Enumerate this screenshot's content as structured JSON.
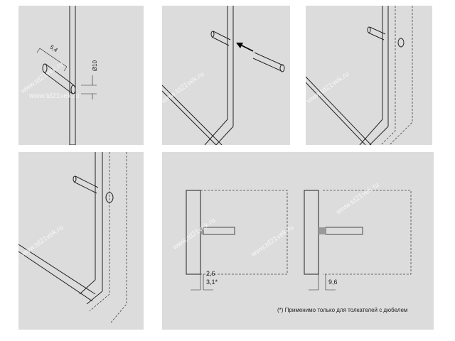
{
  "watermark": "www.td21vek.ru",
  "panel1": {
    "dim_length": "5,4",
    "dim_diameter": "Ø10"
  },
  "panel5": {
    "dim_left_a": "2,6",
    "dim_left_b": "3,1*",
    "dim_right": "9,6",
    "footnote": "(*) Применимо только для толкателей с дюбелем"
  }
}
